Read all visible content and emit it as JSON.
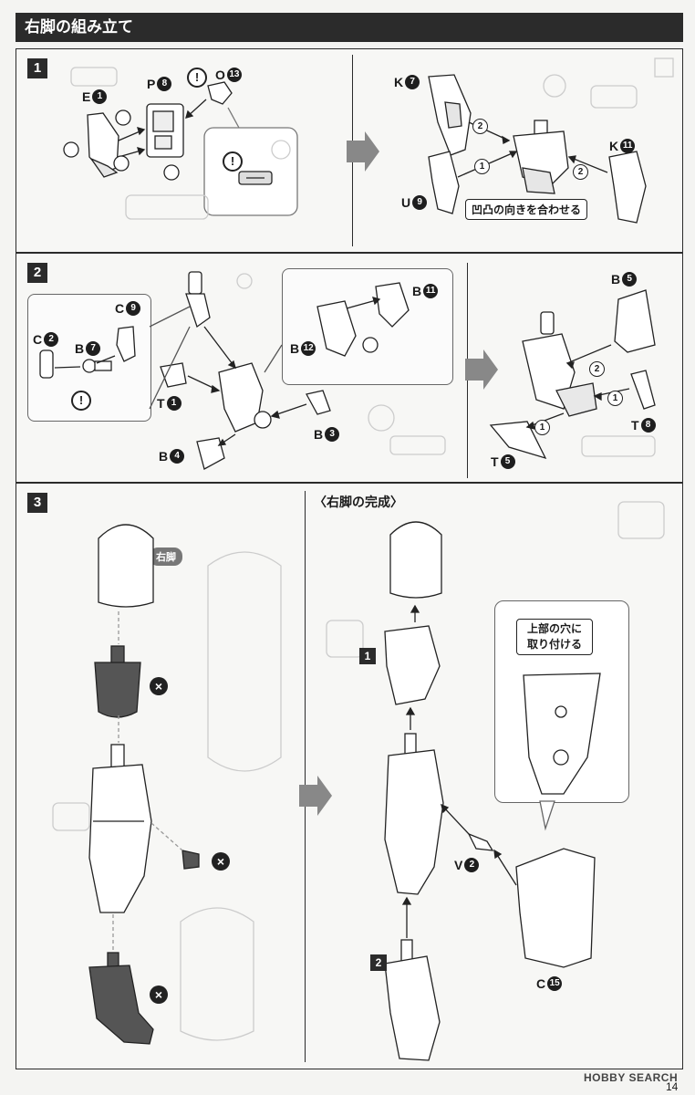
{
  "header": {
    "title": "右脚の組み立て"
  },
  "steps": {
    "s1": {
      "number": "1",
      "labels": {
        "e": {
          "letter": "E",
          "num": "1"
        },
        "p": {
          "letter": "P",
          "num": "8"
        },
        "o": {
          "letter": "O",
          "num": "13"
        },
        "k7": {
          "letter": "K",
          "num": "7"
        },
        "k11": {
          "letter": "K",
          "num": "11"
        },
        "u": {
          "letter": "U",
          "num": "9"
        }
      },
      "note": "凹凸の向きを合わせる",
      "order": [
        "1",
        "2",
        "2"
      ]
    },
    "s2": {
      "number": "2",
      "labels": {
        "c2": {
          "letter": "C",
          "num": "2"
        },
        "c9": {
          "letter": "C",
          "num": "9"
        },
        "b7": {
          "letter": "B",
          "num": "7"
        },
        "t1": {
          "letter": "T",
          "num": "1"
        },
        "b4": {
          "letter": "B",
          "num": "4"
        },
        "b3": {
          "letter": "B",
          "num": "3"
        },
        "b11": {
          "letter": "B",
          "num": "11"
        },
        "b12": {
          "letter": "B",
          "num": "12"
        },
        "b5": {
          "letter": "B",
          "num": "5"
        },
        "t8": {
          "letter": "T",
          "num": "8"
        },
        "t5": {
          "letter": "T",
          "num": "5"
        }
      },
      "order": [
        "2",
        "1",
        "1"
      ]
    },
    "s3": {
      "number": "3",
      "subtitle": "〈右脚の完成〉",
      "tag": "右脚",
      "callout": "上部の穴に取り付ける",
      "labels": {
        "v": {
          "letter": "V",
          "num": "2"
        },
        "c15": {
          "letter": "C",
          "num": "15"
        }
      },
      "sub_steps": [
        "1",
        "2"
      ]
    }
  },
  "footer": {
    "page": "14",
    "watermark": "HOBBY SEARCH"
  }
}
